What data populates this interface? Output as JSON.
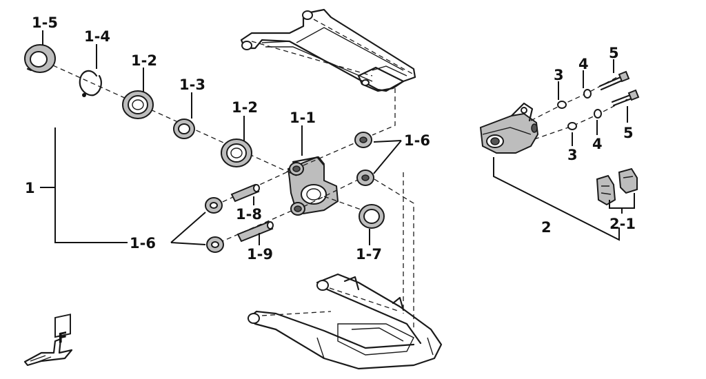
{
  "diagram": {
    "callouts": {
      "c1": "1",
      "c1_1": "1-1",
      "c1_2a": "1-2",
      "c1_2b": "1-2",
      "c1_3": "1-3",
      "c1_4": "1-4",
      "c1_5": "1-5",
      "c1_6a": "1-6",
      "c1_6b": "1-6",
      "c1_7": "1-7",
      "c1_8": "1-8",
      "c1_9": "1-9",
      "c2": "2",
      "c2_1": "2-1",
      "c3a": "3",
      "c3b": "3",
      "c4a": "4",
      "c4b": "4",
      "c5a": "5",
      "c5b": "5"
    },
    "front_marker": "F"
  }
}
